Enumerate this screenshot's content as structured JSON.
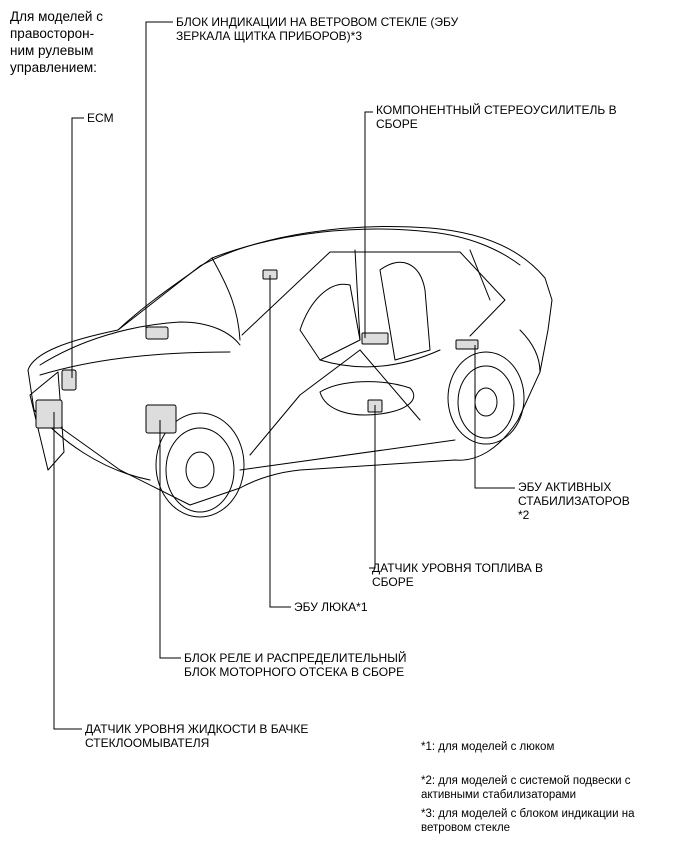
{
  "note_lines": [
    "Для моделей с",
    "правосторон-",
    "ним рулевым",
    "управлением:"
  ],
  "labels": {
    "hud_ecu": [
      "БЛОК ИНДИКАЦИИ НА ВЕТРОВОМ СТЕКЛЕ (ЭБУ",
      "ЗЕРКАЛА ЩИТКА ПРИБОРОВ)*3"
    ],
    "ecm": "ECM",
    "stereo": [
      "КОМПОНЕНТНЫЙ СТЕРЕОУСИЛИТЕЛЬ В",
      "СБОРЕ"
    ],
    "stabilizer_ecu": [
      "ЭБУ АКТИВНЫХ",
      "СТАБИЛИЗАТОРОВ",
      "*2"
    ],
    "fuel_sender": [
      "ДАТЧИК УРОВНЯ ТОПЛИВА В",
      "СБОРЕ"
    ],
    "sunroof_ecu": "ЭБУ ЛЮКА*1",
    "relay_block": [
      "БЛОК РЕЛЕ И РАСПРЕДЕЛИТЕЛЬНЫЙ",
      "БЛОК МОТОРНОГО ОТСЕКА В СБОРЕ"
    ],
    "washer_sensor": [
      "ДАТЧИК УРОВНЯ ЖИДКОСТИ В БАЧКЕ",
      "СТЕКЛООМЫВАТЕЛЯ"
    ]
  },
  "footnotes": {
    "f1": "*1: для моделей с люком",
    "f2": [
      "*2: для моделей с системой подвески с",
      "активными стабилизаторами"
    ],
    "f3": [
      "*3: для моделей с блоком индикации на",
      "ветровом стекле"
    ]
  }
}
